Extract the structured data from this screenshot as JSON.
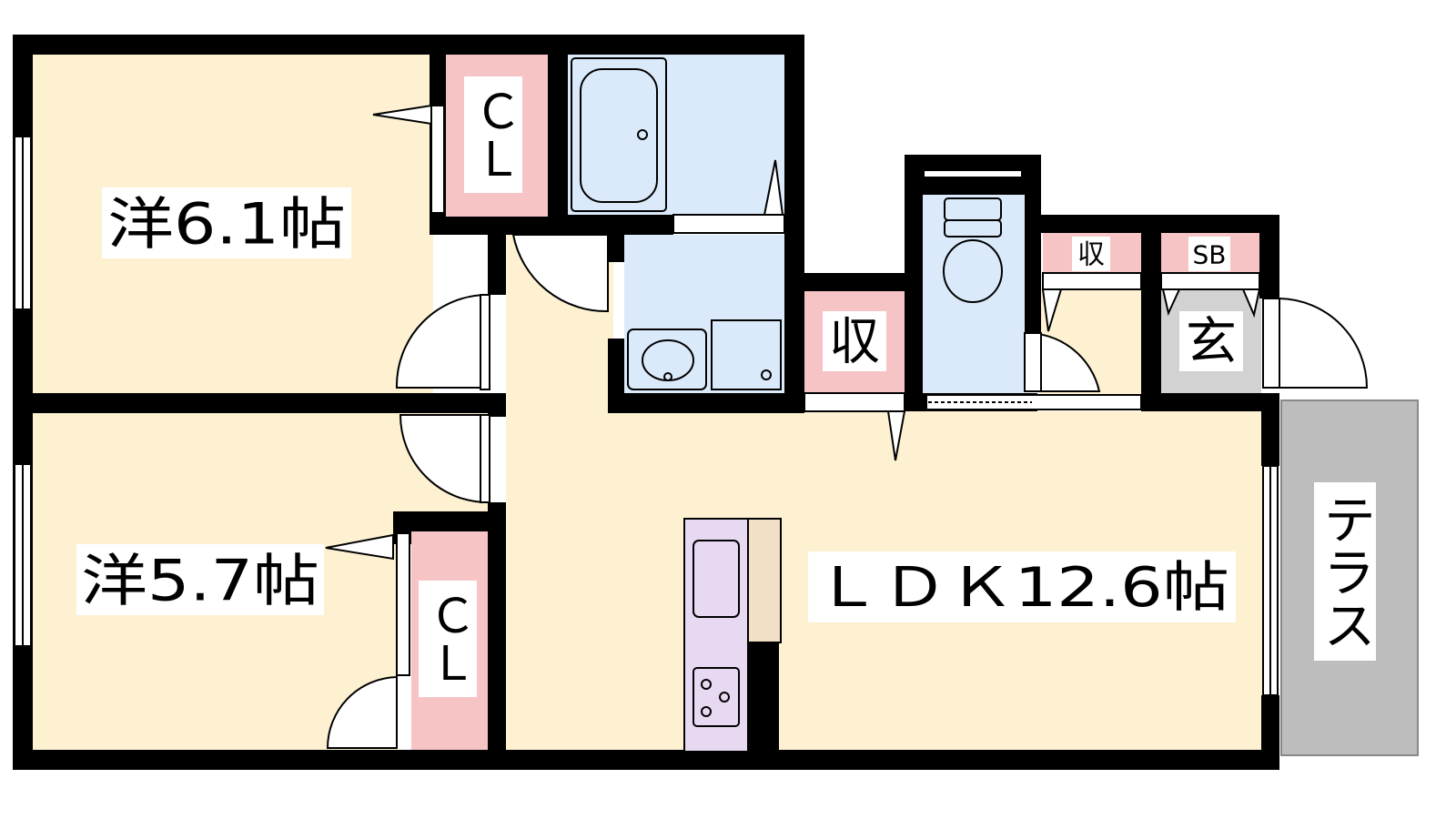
{
  "rooms": {
    "western_1": "洋6.1帖",
    "western_2": "洋5.7帖",
    "ldk": "ＬＤＫ12.6帖",
    "closet_1": "ＣＬ",
    "closet_2": "ＣＬ",
    "storage_main": "収",
    "storage_small": "収",
    "shoe_box": "SB",
    "entrance": "玄",
    "terrace": "テラス"
  },
  "colors": {
    "room_floor": "#fdf1d2",
    "wet_area": "#dbeafb",
    "closet": "#f6c4c5",
    "kitchen_counter": "#e8d9f3",
    "kitchen_side": "#f1e0c6",
    "entrance_floor": "#d2d2d2",
    "terrace": "#bdbdbd",
    "wall": "#000000"
  },
  "icons": [
    "bathtub-icon",
    "toilet-icon",
    "washbasin-icon",
    "washing-machine-icon",
    "kitchen-sink-icon",
    "stove-icon",
    "door-icon",
    "window-icon"
  ]
}
